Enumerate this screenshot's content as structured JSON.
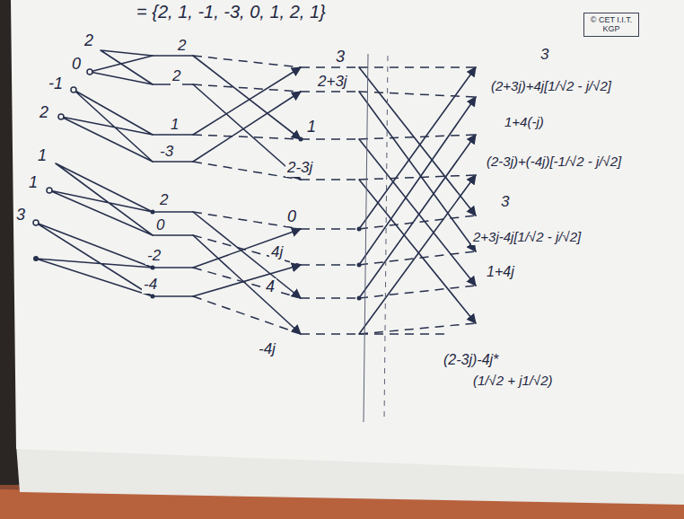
{
  "diagram": {
    "nodes": [
      {
        "text": [
          "© CET I.I.T. KGP"
        ]
      }
    ],
    "labels": [
      "= {2, 1, -1, -3, 0, 1, 2, 1}",
      "2",
      "0",
      "-1",
      "2",
      "1",
      "1",
      "3",
      "2",
      "2",
      "1",
      "-3",
      "2",
      "0",
      "-2",
      "-4",
      "3",
      "2+3j",
      "1",
      "2-3j",
      "0",
      "4j",
      "4",
      "-4j",
      "3",
      "(2+3j)+4j[1/√2 - j/√2]",
      "1+4(-j)",
      "(2-3j)+(-4j)[-1/√2 - j/√2]",
      "3",
      "2+3j-4j[1/√2 - j/√2]",
      "1+4j",
      "(2-3j)-4j*",
      "(1/√2 + j1/√2)"
    ]
  }
}
